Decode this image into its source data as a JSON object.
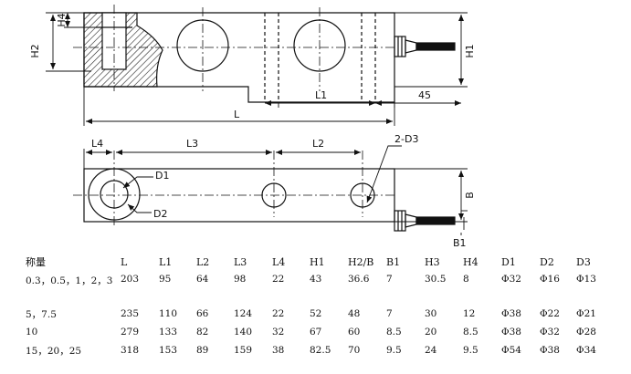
{
  "top_view": {
    "labels": {
      "h2": "H2",
      "h4": "H4",
      "h1": "H1",
      "l1": "L1",
      "dim45": "45",
      "l": "L"
    }
  },
  "bottom_view": {
    "labels": {
      "l4": "L4",
      "l3": "L3",
      "l2": "L2",
      "d3": "2-D3",
      "d1": "D1",
      "d2": "D2",
      "b": "B",
      "b1": "B1"
    }
  },
  "table": {
    "headers": [
      "称量",
      "L",
      "L1",
      "L2",
      "L3",
      "L4",
      "H1",
      "H2/B",
      "B1",
      "H3",
      "H4",
      "D1",
      "D2",
      "D3"
    ],
    "rows": [
      [
        "0.3，0.5，1，2，3",
        "203",
        "95",
        "64",
        "98",
        "22",
        "43",
        "36.6",
        "7",
        "30.5",
        "8",
        "Φ32",
        "Φ16",
        "Φ13"
      ],
      [
        "5，7.5",
        "235",
        "110",
        "66",
        "124",
        "22",
        "52",
        "48",
        "7",
        "30",
        "12",
        "Φ38",
        "Φ22",
        "Φ21"
      ],
      [
        "10",
        "279",
        "133",
        "82",
        "140",
        "32",
        "67",
        "60",
        "8.5",
        "20",
        "8.5",
        "Φ38",
        "Φ32",
        "Φ28"
      ],
      [
        "15，20，25",
        "318",
        "153",
        "89",
        "159",
        "38",
        "82.5",
        "70",
        "9.5",
        "24",
        "9.5",
        "Φ54",
        "Φ38",
        "Φ34"
      ]
    ]
  }
}
